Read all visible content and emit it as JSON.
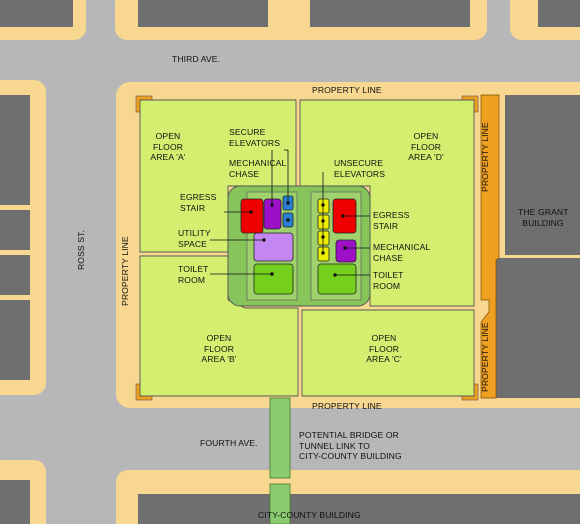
{
  "streets": {
    "third_ave": "THIRD AVE.",
    "fourth_ave": "FOURTH AVE.",
    "ross_st": "ROSS ST."
  },
  "property_lines": {
    "top": "PROPERTY LINE",
    "bottom": "PROPERTY LINE",
    "left": "PROPERTY LINE",
    "right_upper": "PROPERTY LINE",
    "right_lower": "PROPERTY LINE"
  },
  "areas": {
    "a": [
      "OPEN",
      "FLOOR",
      "AREA 'A'"
    ],
    "b": [
      "OPEN",
      "FLOOR",
      "AREA 'B'"
    ],
    "c": [
      "OPEN",
      "FLOOR",
      "AREA 'C'"
    ],
    "d": [
      "OPEN",
      "FLOOR",
      "AREA 'D'"
    ]
  },
  "core": {
    "secure_elevators": [
      "SECURE",
      "ELEVATORS"
    ],
    "mechanical_chase_left": [
      "MECHANICAL",
      "CHASE"
    ],
    "egress_stair_left": [
      "EGRESS",
      "STAIR"
    ],
    "utility_space": [
      "UTILITY",
      "SPACE"
    ],
    "toilet_room_left": [
      "TOILET",
      "ROOM"
    ],
    "unsecure_elevators": [
      "UNSECURE",
      "ELEVATORS"
    ],
    "egress_stair_right": [
      "EGRESS",
      "STAIR"
    ],
    "mechanical_chase_right": [
      "MECHANICAL",
      "CHASE"
    ],
    "toilet_room_right": [
      "TOILET",
      "ROOM"
    ]
  },
  "neighbors": {
    "grant_building": [
      "THE GRANT",
      "BUILDING"
    ],
    "city_county_building": "CITY-COUNTY BUILDING"
  },
  "bridge_note": [
    "POTENTIAL BRIDGE OR",
    "TUNNEL LINK TO",
    "CITY-COUNTY BUILDING"
  ],
  "colors": {
    "street": "#b7b7b7",
    "sidewalk": "#f8d890",
    "block_building": "#6f6f6f",
    "floor_area": "#d4ee70",
    "core": "#87c45c",
    "egress_stair": "#ee0000",
    "mechanical_chase": "#9d10c8",
    "utility_space": "#c486f0",
    "toilet_room": "#74d01c",
    "secure_elevator": "#2a7fd4",
    "unsecure_elevator": "#eeee00",
    "grant_strip": "#f0a020",
    "bridge": "#8ccc70"
  }
}
